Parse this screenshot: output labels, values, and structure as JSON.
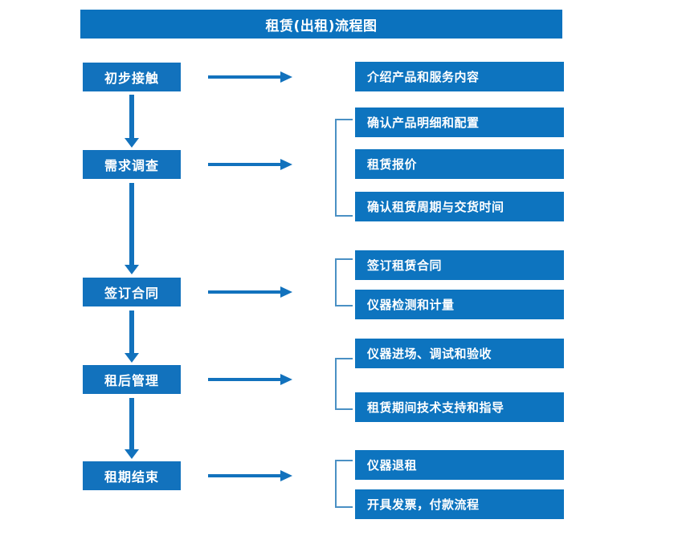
{
  "title": "租赁(出租)流程图",
  "colors": {
    "primary_blue": "#0d74bf",
    "stage_blue": "#1272bd",
    "bracket_blue": "#4a90c4",
    "text": "#ffffff",
    "background": "#ffffff"
  },
  "stages": [
    {
      "label": "初步接触"
    },
    {
      "label": "需求调查"
    },
    {
      "label": "签订合同"
    },
    {
      "label": "租后管理"
    },
    {
      "label": "租期结束"
    }
  ],
  "details": [
    {
      "label": "介绍产品和服务内容"
    },
    {
      "label": "确认产品明细和配置"
    },
    {
      "label": "租赁报价"
    },
    {
      "label": "确认租赁周期与交货时间"
    },
    {
      "label": "签订租赁合同"
    },
    {
      "label": "仪器检测和计量"
    },
    {
      "label": "仪器进场、调试和验收"
    },
    {
      "label": "租赁期间技术支持和指导"
    },
    {
      "label": "仪器退租"
    },
    {
      "label": "开具发票，付款流程"
    }
  ]
}
